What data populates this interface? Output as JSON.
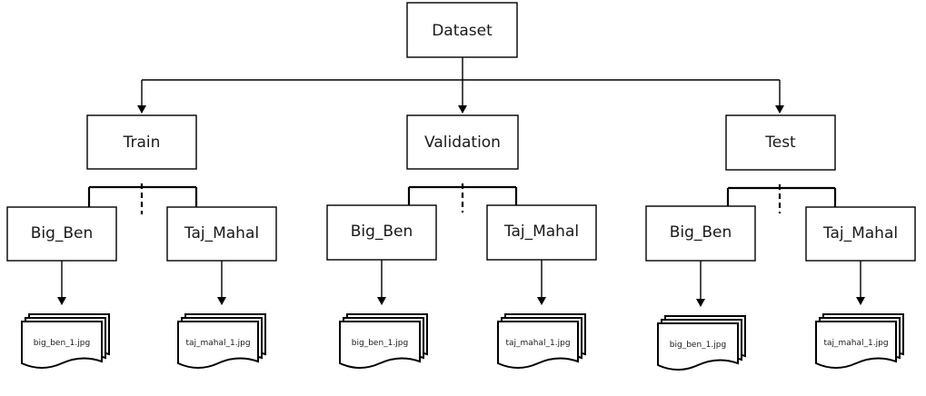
{
  "root": {
    "label": "Dataset"
  },
  "splits": [
    {
      "label": "Train",
      "classes": [
        {
          "label": "Big_Ben",
          "file": "big_ben_1.jpg"
        },
        {
          "label": "Taj_Mahal",
          "file": "taj_mahal_1.jpg"
        }
      ]
    },
    {
      "label": "Validation",
      "classes": [
        {
          "label": "Big_Ben",
          "file": "big_ben_1.jpg"
        },
        {
          "label": "Taj_Mahal",
          "file": "taj_mahal_1.jpg"
        }
      ]
    },
    {
      "label": "Test",
      "classes": [
        {
          "label": "Big_Ben",
          "file": "big_ben_1.jpg"
        },
        {
          "label": "Taj_Mahal",
          "file": "taj_mahal_1.jpg"
        }
      ]
    }
  ],
  "colors": {
    "stroke": "#000000",
    "fill": "#ffffff",
    "text": "#1a1a1a"
  }
}
